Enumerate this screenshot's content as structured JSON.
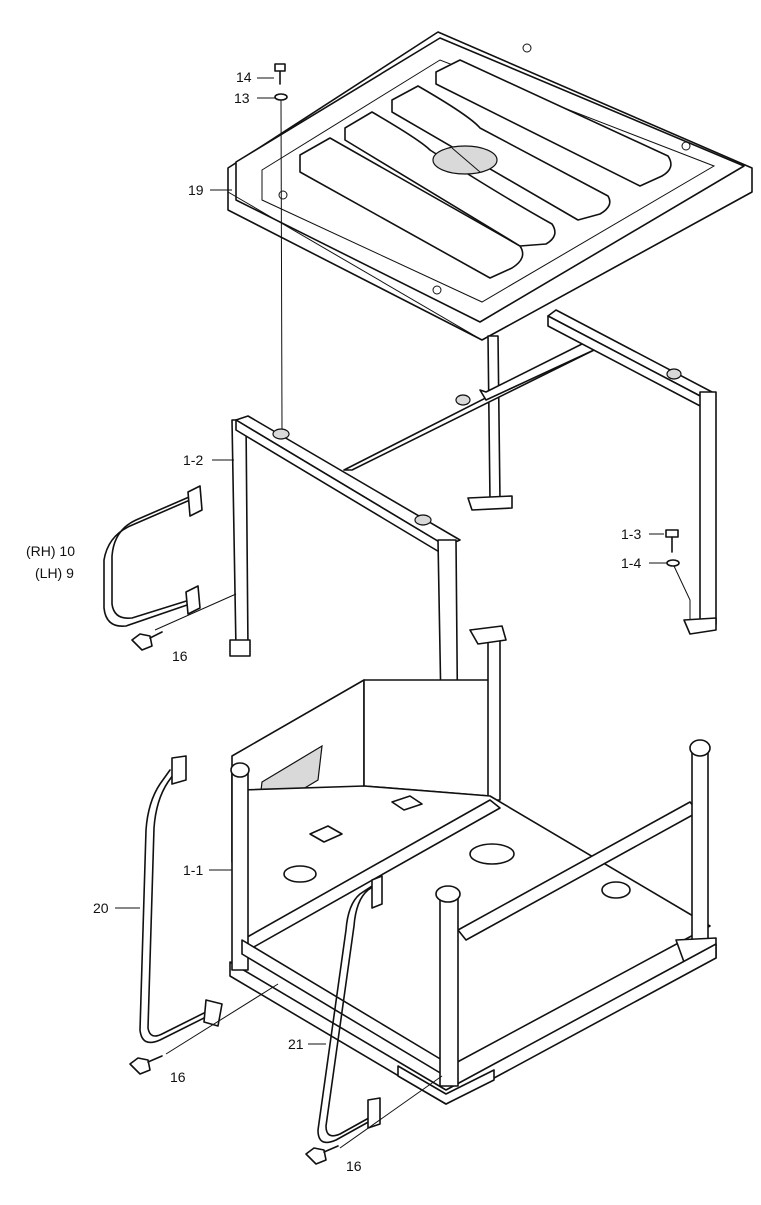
{
  "labels": {
    "l14": "14",
    "l13": "13",
    "l19": "19",
    "l12": "1-2",
    "lrh": "(RH) 10",
    "llh": "(LH) 9",
    "l16a": "16",
    "l13b": "1-3",
    "l14b": "1-4",
    "l11": "1-1",
    "l20": "20",
    "l16b": "16",
    "l21": "21",
    "l16c": "16"
  }
}
